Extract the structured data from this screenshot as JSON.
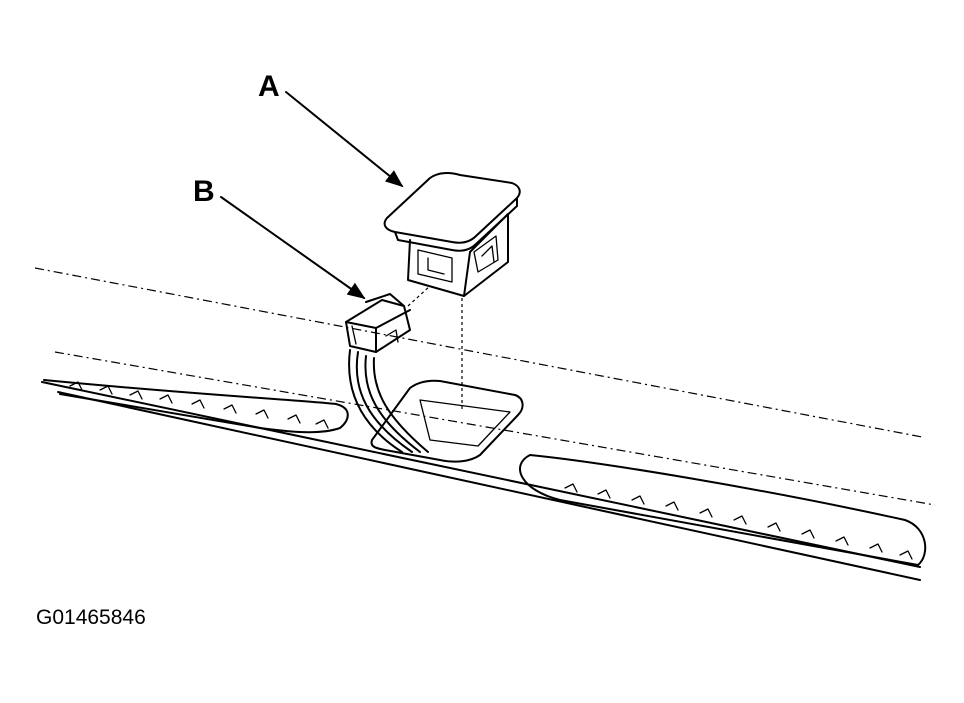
{
  "callouts": {
    "a": "A",
    "b": "B"
  },
  "figure_id": "G01465846",
  "parts": [
    {
      "id": "cover-switch",
      "callout": "A"
    },
    {
      "id": "wire-connector",
      "callout": "B"
    }
  ]
}
